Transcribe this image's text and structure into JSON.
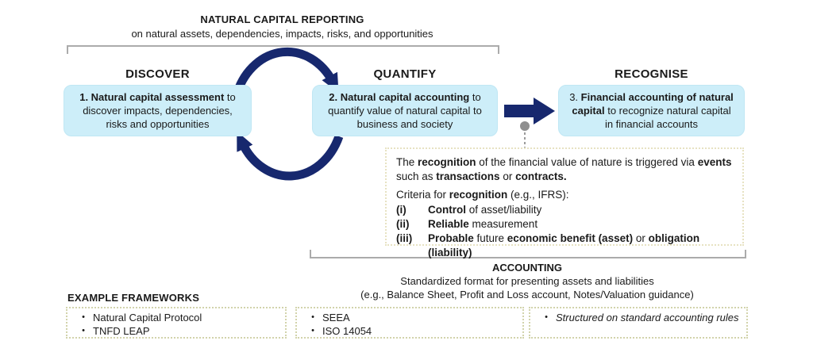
{
  "header": {
    "title": "NATURAL CAPITAL REPORTING",
    "subtitle": "on natural assets, dependencies, impacts, risks, and opportunities"
  },
  "stages": [
    {
      "heading": "DISCOVER",
      "body": [
        {
          "text": "1. Natural capital assessment",
          "bold": true
        },
        {
          "text": " to discover impacts, dependencies, risks and opportunities",
          "bold": false
        }
      ]
    },
    {
      "heading": "QUANTIFY",
      "body": [
        {
          "text": "2. Natural capital accounting",
          "bold": true
        },
        {
          "text": " to quantify value of natural capital to business and society",
          "bold": false
        }
      ]
    },
    {
      "heading": "RECOGNISE",
      "body": [
        {
          "text": "3. ",
          "bold": false
        },
        {
          "text": "Financial accounting of natural capital",
          "bold": true
        },
        {
          "text": " to recognize natural capital in financial accounts",
          "bold": false
        }
      ]
    }
  ],
  "note_box": {
    "intro": [
      {
        "text": "The ",
        "bold": false
      },
      {
        "text": "recognition",
        "bold": true
      },
      {
        "text": " of the financial value of nature is triggered via ",
        "bold": false
      },
      {
        "text": "events",
        "bold": true
      },
      {
        "text": " such as ",
        "bold": false
      },
      {
        "text": "transactions",
        "bold": true
      },
      {
        "text": " or ",
        "bold": false
      },
      {
        "text": "contracts.",
        "bold": true
      }
    ],
    "criteria_label": [
      {
        "text": "Criteria for ",
        "bold": false
      },
      {
        "text": "recognition",
        "bold": true
      },
      {
        "text": " (e.g., IFRS):",
        "bold": false
      }
    ],
    "items": [
      {
        "num": "(i)",
        "segments": [
          {
            "text": "Control",
            "bold": true
          },
          {
            "text": " of asset/liability",
            "bold": false
          }
        ]
      },
      {
        "num": "(ii)",
        "segments": [
          {
            "text": "Reliable",
            "bold": true
          },
          {
            "text": " measurement",
            "bold": false
          }
        ]
      },
      {
        "num": "(iii)",
        "segments": [
          {
            "text": "Probable",
            "bold": true
          },
          {
            "text": " future ",
            "bold": false
          },
          {
            "text": "economic benefit (asset)",
            "bold": true
          },
          {
            "text": " or ",
            "bold": false
          },
          {
            "text": "obligation (liability)",
            "bold": true
          }
        ]
      }
    ]
  },
  "accounting": {
    "title": "ACCOUNTING",
    "line1": "Standardized format for presenting assets and liabilities",
    "line2": "(e.g., Balance Sheet, Profit and Loss account, Notes/Valuation guidance)"
  },
  "frameworks": {
    "heading": "EXAMPLE FRAMEWORKS",
    "bullet": "•",
    "boxes": [
      {
        "items": [
          "Natural Capital Protocol",
          "TNFD LEAP"
        ]
      },
      {
        "items": [
          "SEEA",
          "ISO 14054"
        ]
      },
      {
        "items": [
          "Structured on standard accounting rules"
        ]
      }
    ]
  },
  "colors": {
    "navy_arrow": "#17286E",
    "stage_box_fill": "#CDEEF9",
    "bracket_gray": "#ABABAB",
    "dot_gray": "#8F8F8F",
    "dotted_border_olive": "#D2D3AB",
    "dotted_border_tan": "#E7E2C2"
  }
}
